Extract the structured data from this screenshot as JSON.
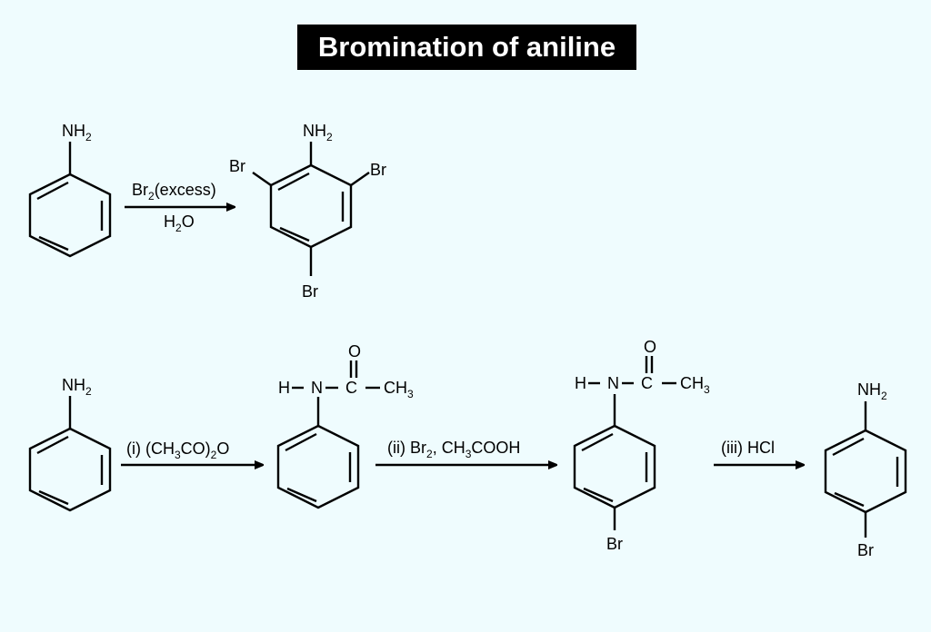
{
  "title": "Bromination of aniline",
  "colors": {
    "background": "#effcfe",
    "title_bg": "#000000",
    "title_text": "#ffffff",
    "ink": "#000000"
  },
  "reaction1": {
    "reactant": {
      "group": "NH",
      "group_sub": "2"
    },
    "reagent_top": {
      "a": "Br",
      "a_sub": "2",
      "b": "(excess)"
    },
    "reagent_bottom": {
      "a": "H",
      "a_sub": "2",
      "b": "O"
    },
    "product": {
      "group": "NH",
      "group_sub": "2",
      "sub_left": "Br",
      "sub_right": "Br",
      "sub_bottom": "Br"
    }
  },
  "reaction2": {
    "reactant": {
      "group": "NH",
      "group_sub": "2"
    },
    "step1": {
      "a": "(i) (CH",
      "a_sub": "3",
      "b": "CO)",
      "b_sub": "2",
      "c": "O"
    },
    "intermediate1": {
      "h": "H",
      "n": "N",
      "c": "C",
      "o": "O",
      "ch": "CH",
      "ch_sub": "3"
    },
    "step2": {
      "a": "(ii) Br",
      "a_sub": "2",
      "b": ", CH",
      "b_sub": "3",
      "c": "COOH"
    },
    "intermediate2": {
      "h": "H",
      "n": "N",
      "c": "C",
      "o": "O",
      "ch": "CH",
      "ch_sub": "3",
      "br": "Br"
    },
    "step3": {
      "a": "(iii) HCl"
    },
    "product": {
      "group": "NH",
      "group_sub": "2",
      "br": "Br"
    }
  }
}
